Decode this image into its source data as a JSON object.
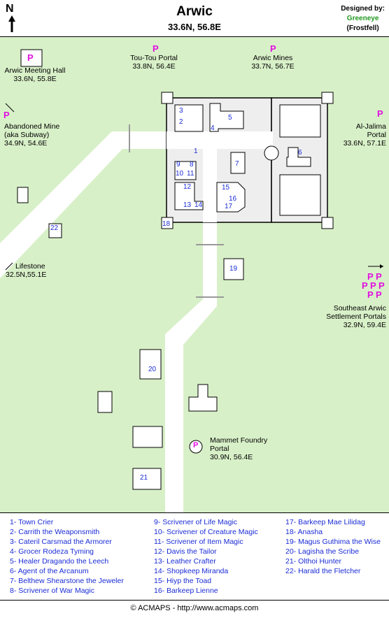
{
  "header": {
    "title": "Arwic",
    "coords": "33.6N, 56.8E",
    "north": "N",
    "designed_by": "Designed by:",
    "designer": "Greeneye",
    "server": "(Frostfell)"
  },
  "colors": {
    "grass": "#d8f0c8",
    "road": "#ffffff",
    "wall": "#eeeeee",
    "portal": "#e010e0",
    "number": "#1a2bd6"
  },
  "portal_symbol": "P",
  "labels": {
    "meeting_hall": {
      "name": "Arwic Meeting Hall",
      "coords": "33.6N, 55.8E"
    },
    "toutou": {
      "name": "Tou-Tou Portal",
      "coords": "33.8N, 56.4E"
    },
    "mines": {
      "name": "Arwic Mines",
      "coords": "33.7N, 56.7E"
    },
    "abandoned": {
      "line1": "Abandoned Mine",
      "line2": "(aka Subway)",
      "coords": "34.9N, 54.6E"
    },
    "aljalima": {
      "line1": "Al-Jalima",
      "line2": "Portal",
      "coords": "33.6N, 57.1E"
    },
    "lifestone": {
      "name": "Lifestone",
      "coords": "32.5N,55.1E"
    },
    "southeast": {
      "line1": "Southeast Arwic",
      "line2": "Settlement Portals",
      "coords": "32.9N, 59.4E"
    },
    "mammet": {
      "line1": "Mammet Foundry",
      "line2": "Portal",
      "coords": "30.9N, 56.4E"
    }
  },
  "building_numbers": [
    "1",
    "2",
    "3",
    "4",
    "5",
    "6",
    "7",
    "8",
    "9",
    "10",
    "11",
    "12",
    "13",
    "14",
    "15",
    "16",
    "17",
    "18",
    "19",
    "20",
    "21",
    "22"
  ],
  "legend": {
    "col1": [
      "1- Town Crier",
      "2- Carrith the Weaponsmith",
      "3- Cateril Carsmad the Armorer",
      "4- Grocer Rodeza Tyming",
      "5- Healer Dragando the Leech",
      "6- Agent of the Arcanum",
      "7- Belthew Shearstone the Jeweler",
      "8- Scrivener of War Magic"
    ],
    "col2": [
      "9- Scrivener of Life Magic",
      "10- Scrivener of Creature Magic",
      "11- Scrivener of Item Magic",
      "12- Davis the Tailor",
      "13- Leather Crafter",
      "14- Shopkeep Miranda",
      "15- Hiyp the Toad",
      "16- Barkeep Lienne"
    ],
    "col3": [
      "17- Barkeep Mae Lilidag",
      "18- Anasha",
      "19- Magus Guthima the Wise",
      "20- Lagisha the Scribe",
      "21- Olthoi Hunter",
      "22- Harald the Fletcher"
    ]
  },
  "footer": "© ACMAPS - http://www.acmaps.com"
}
